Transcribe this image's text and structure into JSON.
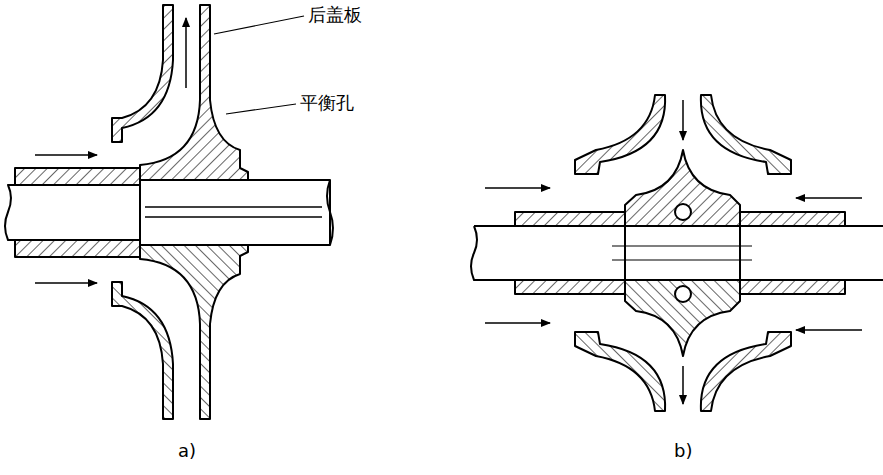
{
  "diagram": {
    "labels": [
      "后盖板",
      "平衡孔",
      "a)",
      "b)"
    ]
  }
}
